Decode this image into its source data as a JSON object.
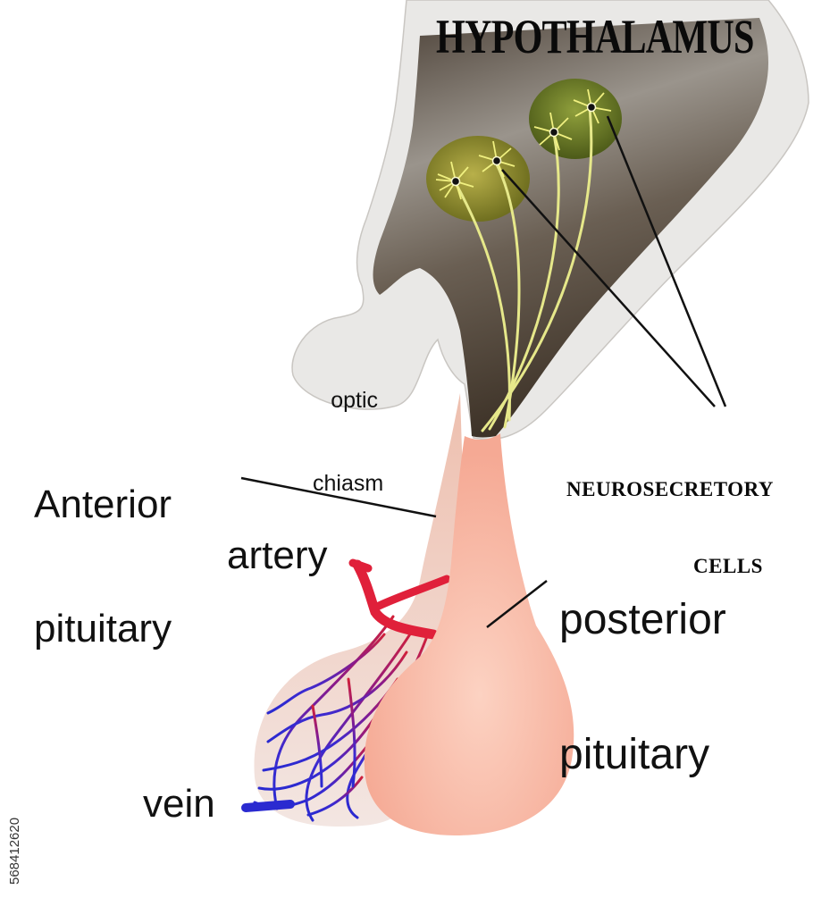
{
  "title": "HYPOTHALAMUS",
  "labels": {
    "optic_chiasm_line1": "optic",
    "optic_chiasm_line2": "chiasm",
    "anterior_line1": "Anterior",
    "anterior_line2": "pituitary",
    "artery": "artery",
    "posterior_line1": "posterior",
    "posterior_line2": "pituitary",
    "vein": "vein",
    "neuro_line1": "NEUROSECRETORY",
    "neuro_line2": "CELLS"
  },
  "watermark_id": "568412620",
  "colors": {
    "hypothalamus_outer": "#e9e8e6",
    "hypothalamus_dark": "#5a4e42",
    "neuron_yellow": "#e6e88a",
    "cluster_fill": "#8c8a2a",
    "anterior_pituitary": "#eecfc0",
    "posterior_pituitary": "#f8b8a4",
    "artery": "#e0203a",
    "vein": "#2a2ad0"
  }
}
